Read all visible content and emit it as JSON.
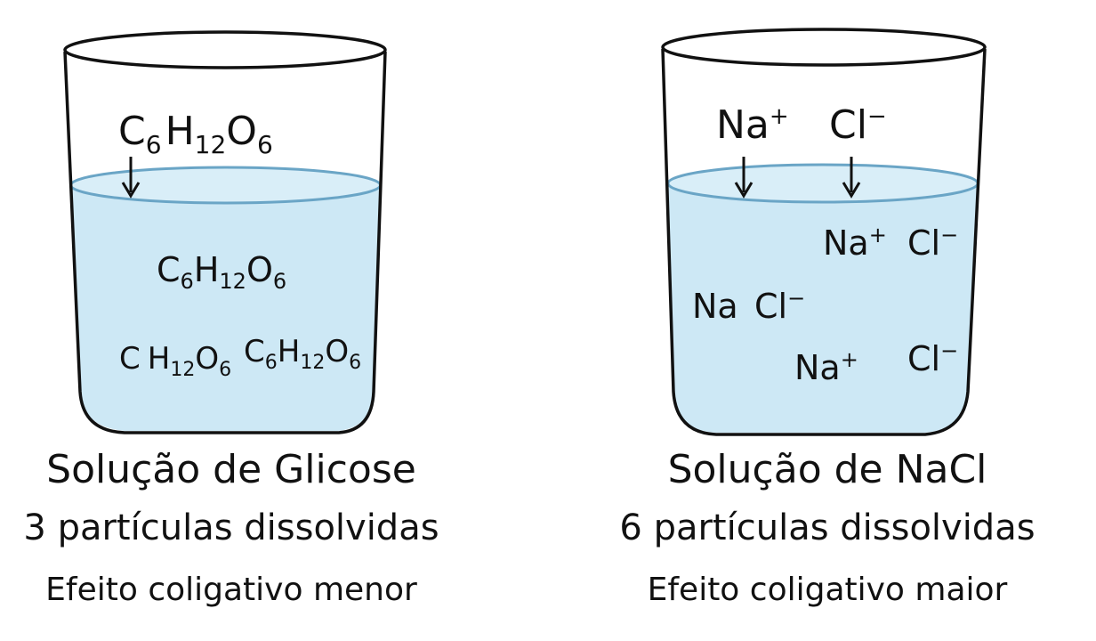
{
  "colors": {
    "water": "#cde8f5",
    "surface_line": "#6aa5c6",
    "outline": "#111111"
  },
  "left": {
    "title": "Solução de Glicose",
    "count": "3 partículas dissolvidas",
    "effect": "Efeito coligativo menor",
    "formula_top": {
      "c": "C",
      "c_sub": "6",
      "h": "H",
      "h_sub": "12",
      "o": "O",
      "o_sub": "6"
    },
    "formula_mid": {
      "c": "C",
      "c_sub": "6",
      "h": "H",
      "h_sub": "12",
      "o": "O",
      "o_sub": "6"
    },
    "formula_bottom_a": {
      "c": "C",
      "h": "H",
      "h_sub": "12",
      "o": "O",
      "o_sub": "6"
    },
    "formula_bottom_b": {
      "c": "C",
      "c_sub": "6",
      "h": "H",
      "h_sub": "12",
      "o": "O",
      "o_sub": "6"
    }
  },
  "right": {
    "title": "Solução de NaCl",
    "count": "6 partículas dissolvidas",
    "effect": "Efeito coligativo maior",
    "na": "Na",
    "cl": "Cl",
    "plus": "+",
    "minus": "−"
  }
}
